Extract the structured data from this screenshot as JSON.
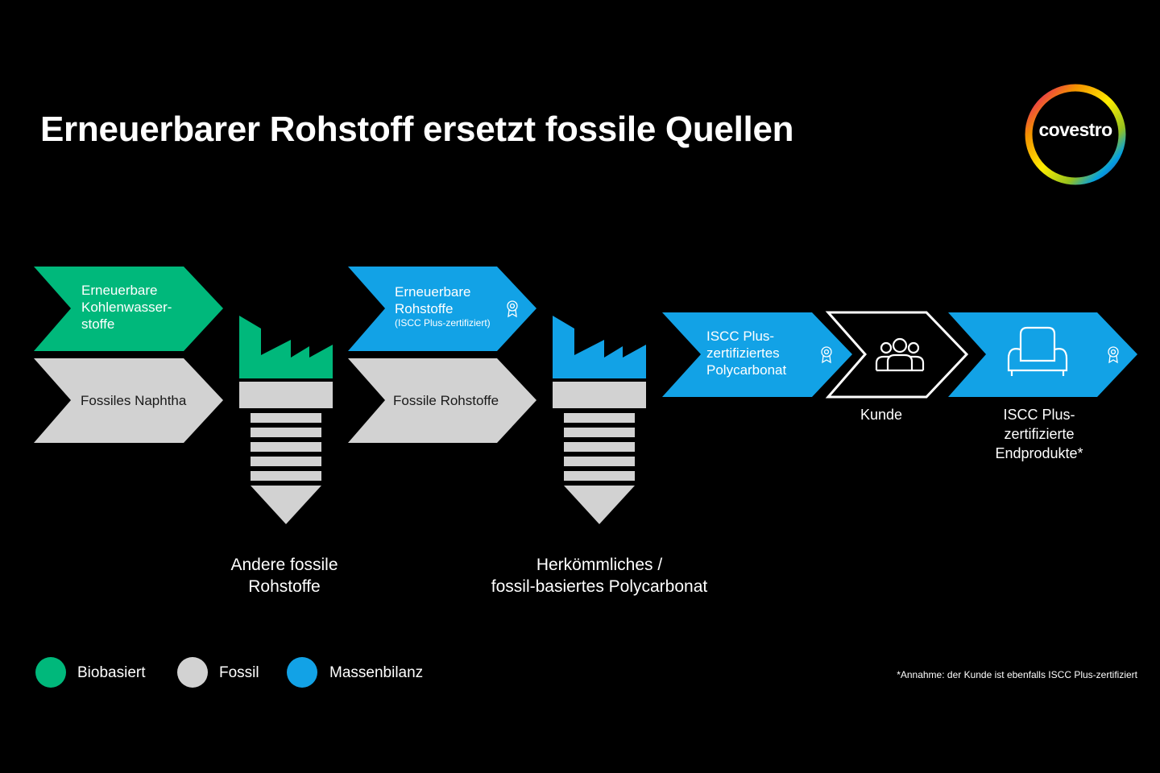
{
  "title": "Erneuerbarer Rohstoff ersetzt fossile Quellen",
  "logo": {
    "text": "covestro"
  },
  "colors": {
    "green": "#00b87b",
    "gray": "#d2d2d2",
    "blue": "#12a2e6",
    "background": "#000000"
  },
  "inputs_left": {
    "green_line1": "Erneuerbare",
    "green_line2": "Kohlenwasser-",
    "green_line3": "stoffe",
    "gray": "Fossiles Naphtha"
  },
  "inputs_middle": {
    "blue_line1": "Erneuerbare",
    "blue_line2": "Rohstoffe",
    "blue_line3": "(ISCC Plus-zertifiziert)",
    "gray": "Fossile Rohstoffe"
  },
  "factory_captions": {
    "left_line1": "Andere fossile",
    "left_line2": "Rohstoffe",
    "middle_line1": "Herkömmliches /",
    "middle_line2": "fossil-basiertes Polycarbonat"
  },
  "chain": {
    "polycarbonate_line1": "ISCC Plus-",
    "polycarbonate_line2": "zertifiziertes",
    "polycarbonate_line3": "Polycarbonat",
    "customer": "Kunde",
    "endproducts_line1": "ISCC Plus-",
    "endproducts_line2": "zertifizierte",
    "endproducts_line3": "Endprodukte*"
  },
  "icons": [
    "factory-icon",
    "certificate-icon",
    "people-icon",
    "armchair-icon"
  ],
  "legend": [
    {
      "label": "Biobasiert",
      "color": "#00b87b"
    },
    {
      "label": "Fossil",
      "color": "#d2d2d2"
    },
    {
      "label": "Massenbilanz",
      "color": "#12a2e6"
    }
  ],
  "footnote": "*Annahme: der Kunde ist ebenfalls ISCC Plus-zertifiziert"
}
